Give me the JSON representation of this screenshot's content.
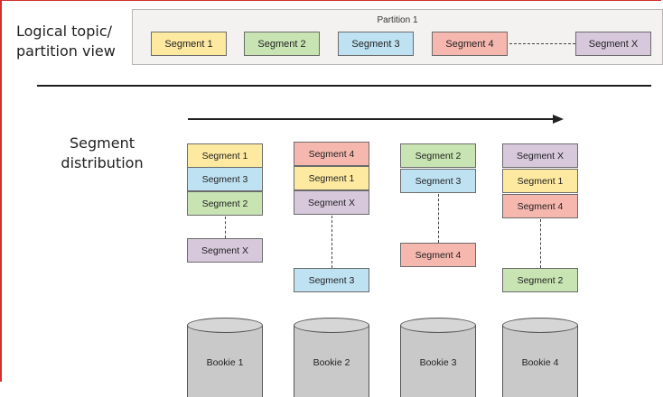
{
  "headings": {
    "logical": "Logical topic/ partition view",
    "distribution": "Segment distribution"
  },
  "partition": {
    "title": "Partition 1",
    "segments": [
      "Segment 1",
      "Segment 2",
      "Segment 3",
      "Segment 4",
      "Segment X"
    ]
  },
  "bookies": [
    {
      "name": "Bookie 1",
      "stack": [
        "Segment 1",
        "Segment 3",
        "Segment 2"
      ],
      "extra": "Segment X"
    },
    {
      "name": "Bookie 2",
      "stack": [
        "Segment 4",
        "Segment 1",
        "Segment X"
      ],
      "extra": "Segment 3"
    },
    {
      "name": "Bookie 3",
      "stack": [
        "Segment 2",
        "Segment 3"
      ],
      "extra": "Segment 4"
    },
    {
      "name": "Bookie 4",
      "stack": [
        "Segment X",
        "Segment 1",
        "Segment 4"
      ],
      "extra": "Segment 2"
    }
  ],
  "colors": {
    "Segment 1": "#fde9a0",
    "Segment 2": "#c8e4b3",
    "Segment 3": "#bfe2f3",
    "Segment 4": "#f6b7ae",
    "Segment X": "#d7c8dc"
  }
}
